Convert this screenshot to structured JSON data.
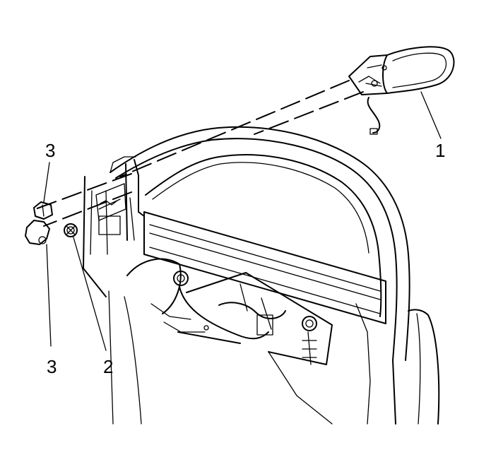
{
  "callouts": [
    {
      "id": "1",
      "label": "1",
      "part": "outside-mirror"
    },
    {
      "id": "2",
      "label": "2",
      "part": "mirror-bolt"
    },
    {
      "id": "3a",
      "label": "3",
      "part": "mirror-patch-upper"
    },
    {
      "id": "3b",
      "label": "3",
      "part": "mirror-patch-lower"
    }
  ],
  "colors": {
    "line": "#000000",
    "background": "#ffffff"
  }
}
